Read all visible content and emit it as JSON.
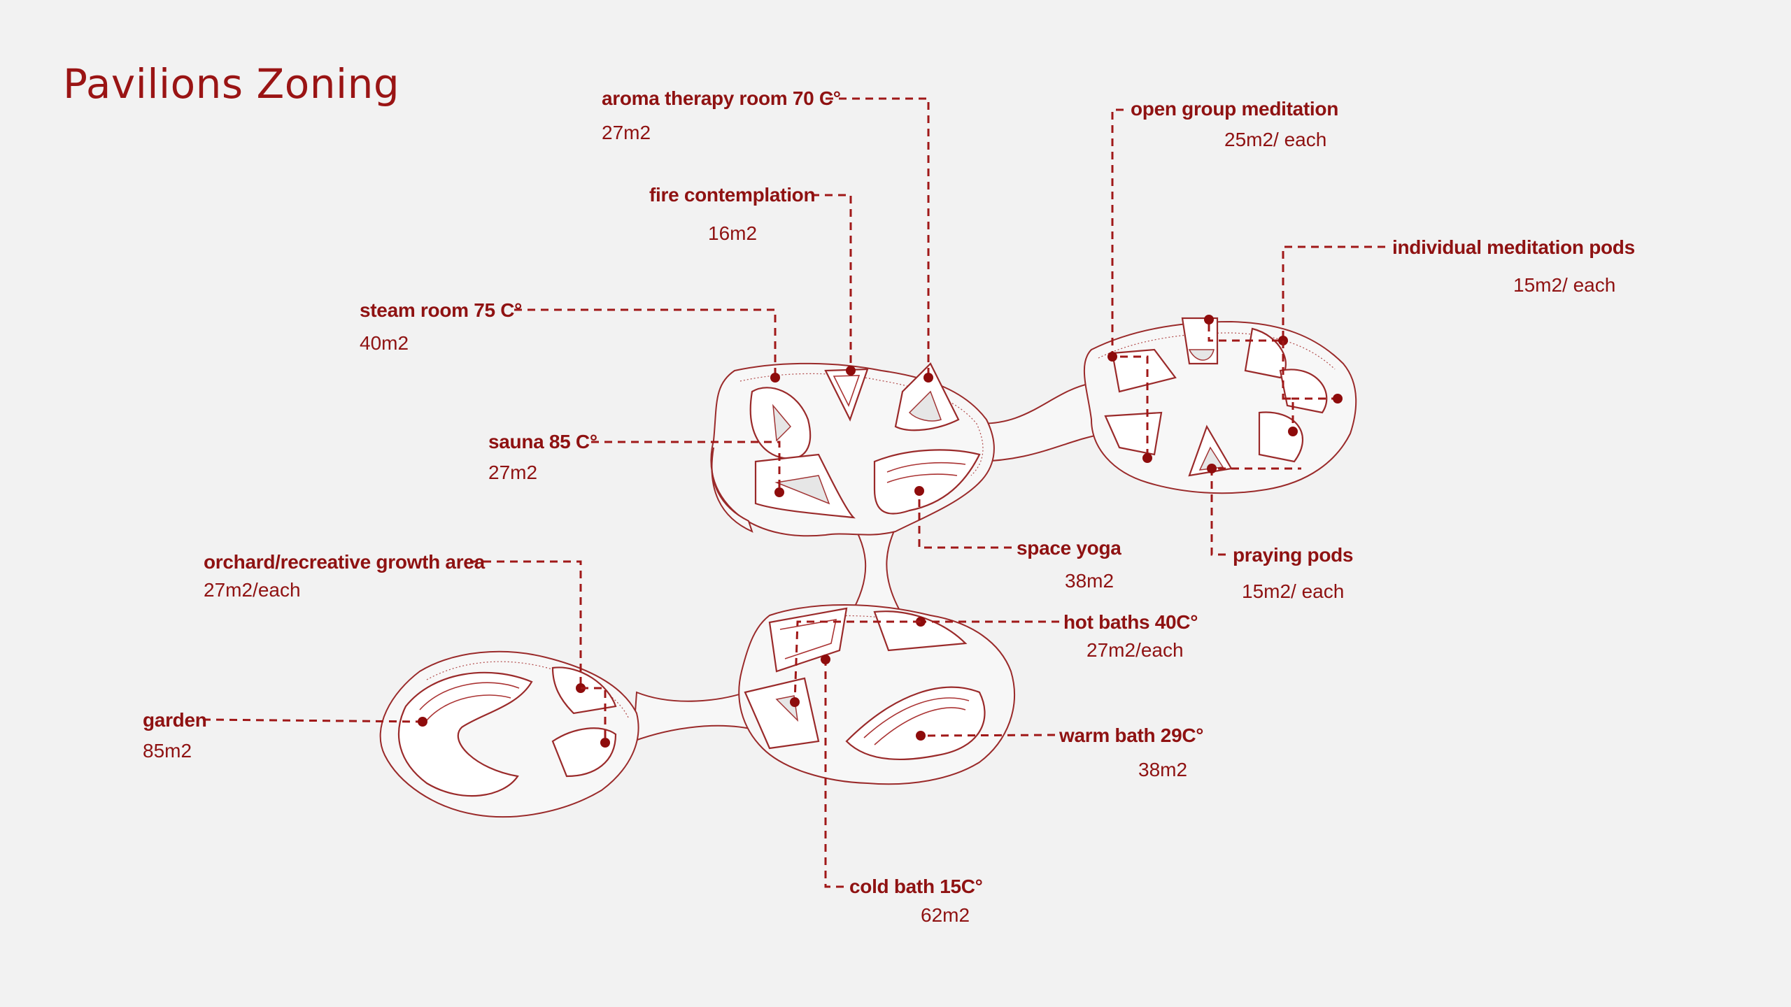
{
  "title": "Pavilions Zoning",
  "accent_color": "#8f1212",
  "zones": [
    {
      "id": "aroma",
      "name": "aroma therapy room 70 C°",
      "area": "27m2"
    },
    {
      "id": "fire",
      "name": "fire contemplation",
      "area": "16m2"
    },
    {
      "id": "steam",
      "name": "steam room 75 C°",
      "area": "40m2"
    },
    {
      "id": "sauna",
      "name": "sauna 85 C°",
      "area": "27m2"
    },
    {
      "id": "orchard",
      "name": "orchard/recreative growth area",
      "area": "27m2/each"
    },
    {
      "id": "garden",
      "name": "garden",
      "area": "85m2"
    },
    {
      "id": "opengroup",
      "name": "open group meditation",
      "area": "25m2/ each"
    },
    {
      "id": "individual",
      "name": "individual meditation pods",
      "area": "15m2/ each"
    },
    {
      "id": "spaceyoga",
      "name": "space yoga",
      "area": "38m2"
    },
    {
      "id": "praying",
      "name": "praying pods",
      "area": "15m2/ each"
    },
    {
      "id": "hotbaths",
      "name": "hot baths 40C°",
      "area": "27m2/each"
    },
    {
      "id": "warmbath",
      "name": "warm bath 29C°",
      "area": "38m2"
    },
    {
      "id": "coldbath",
      "name": "cold bath 15C°",
      "area": "62m2"
    }
  ]
}
